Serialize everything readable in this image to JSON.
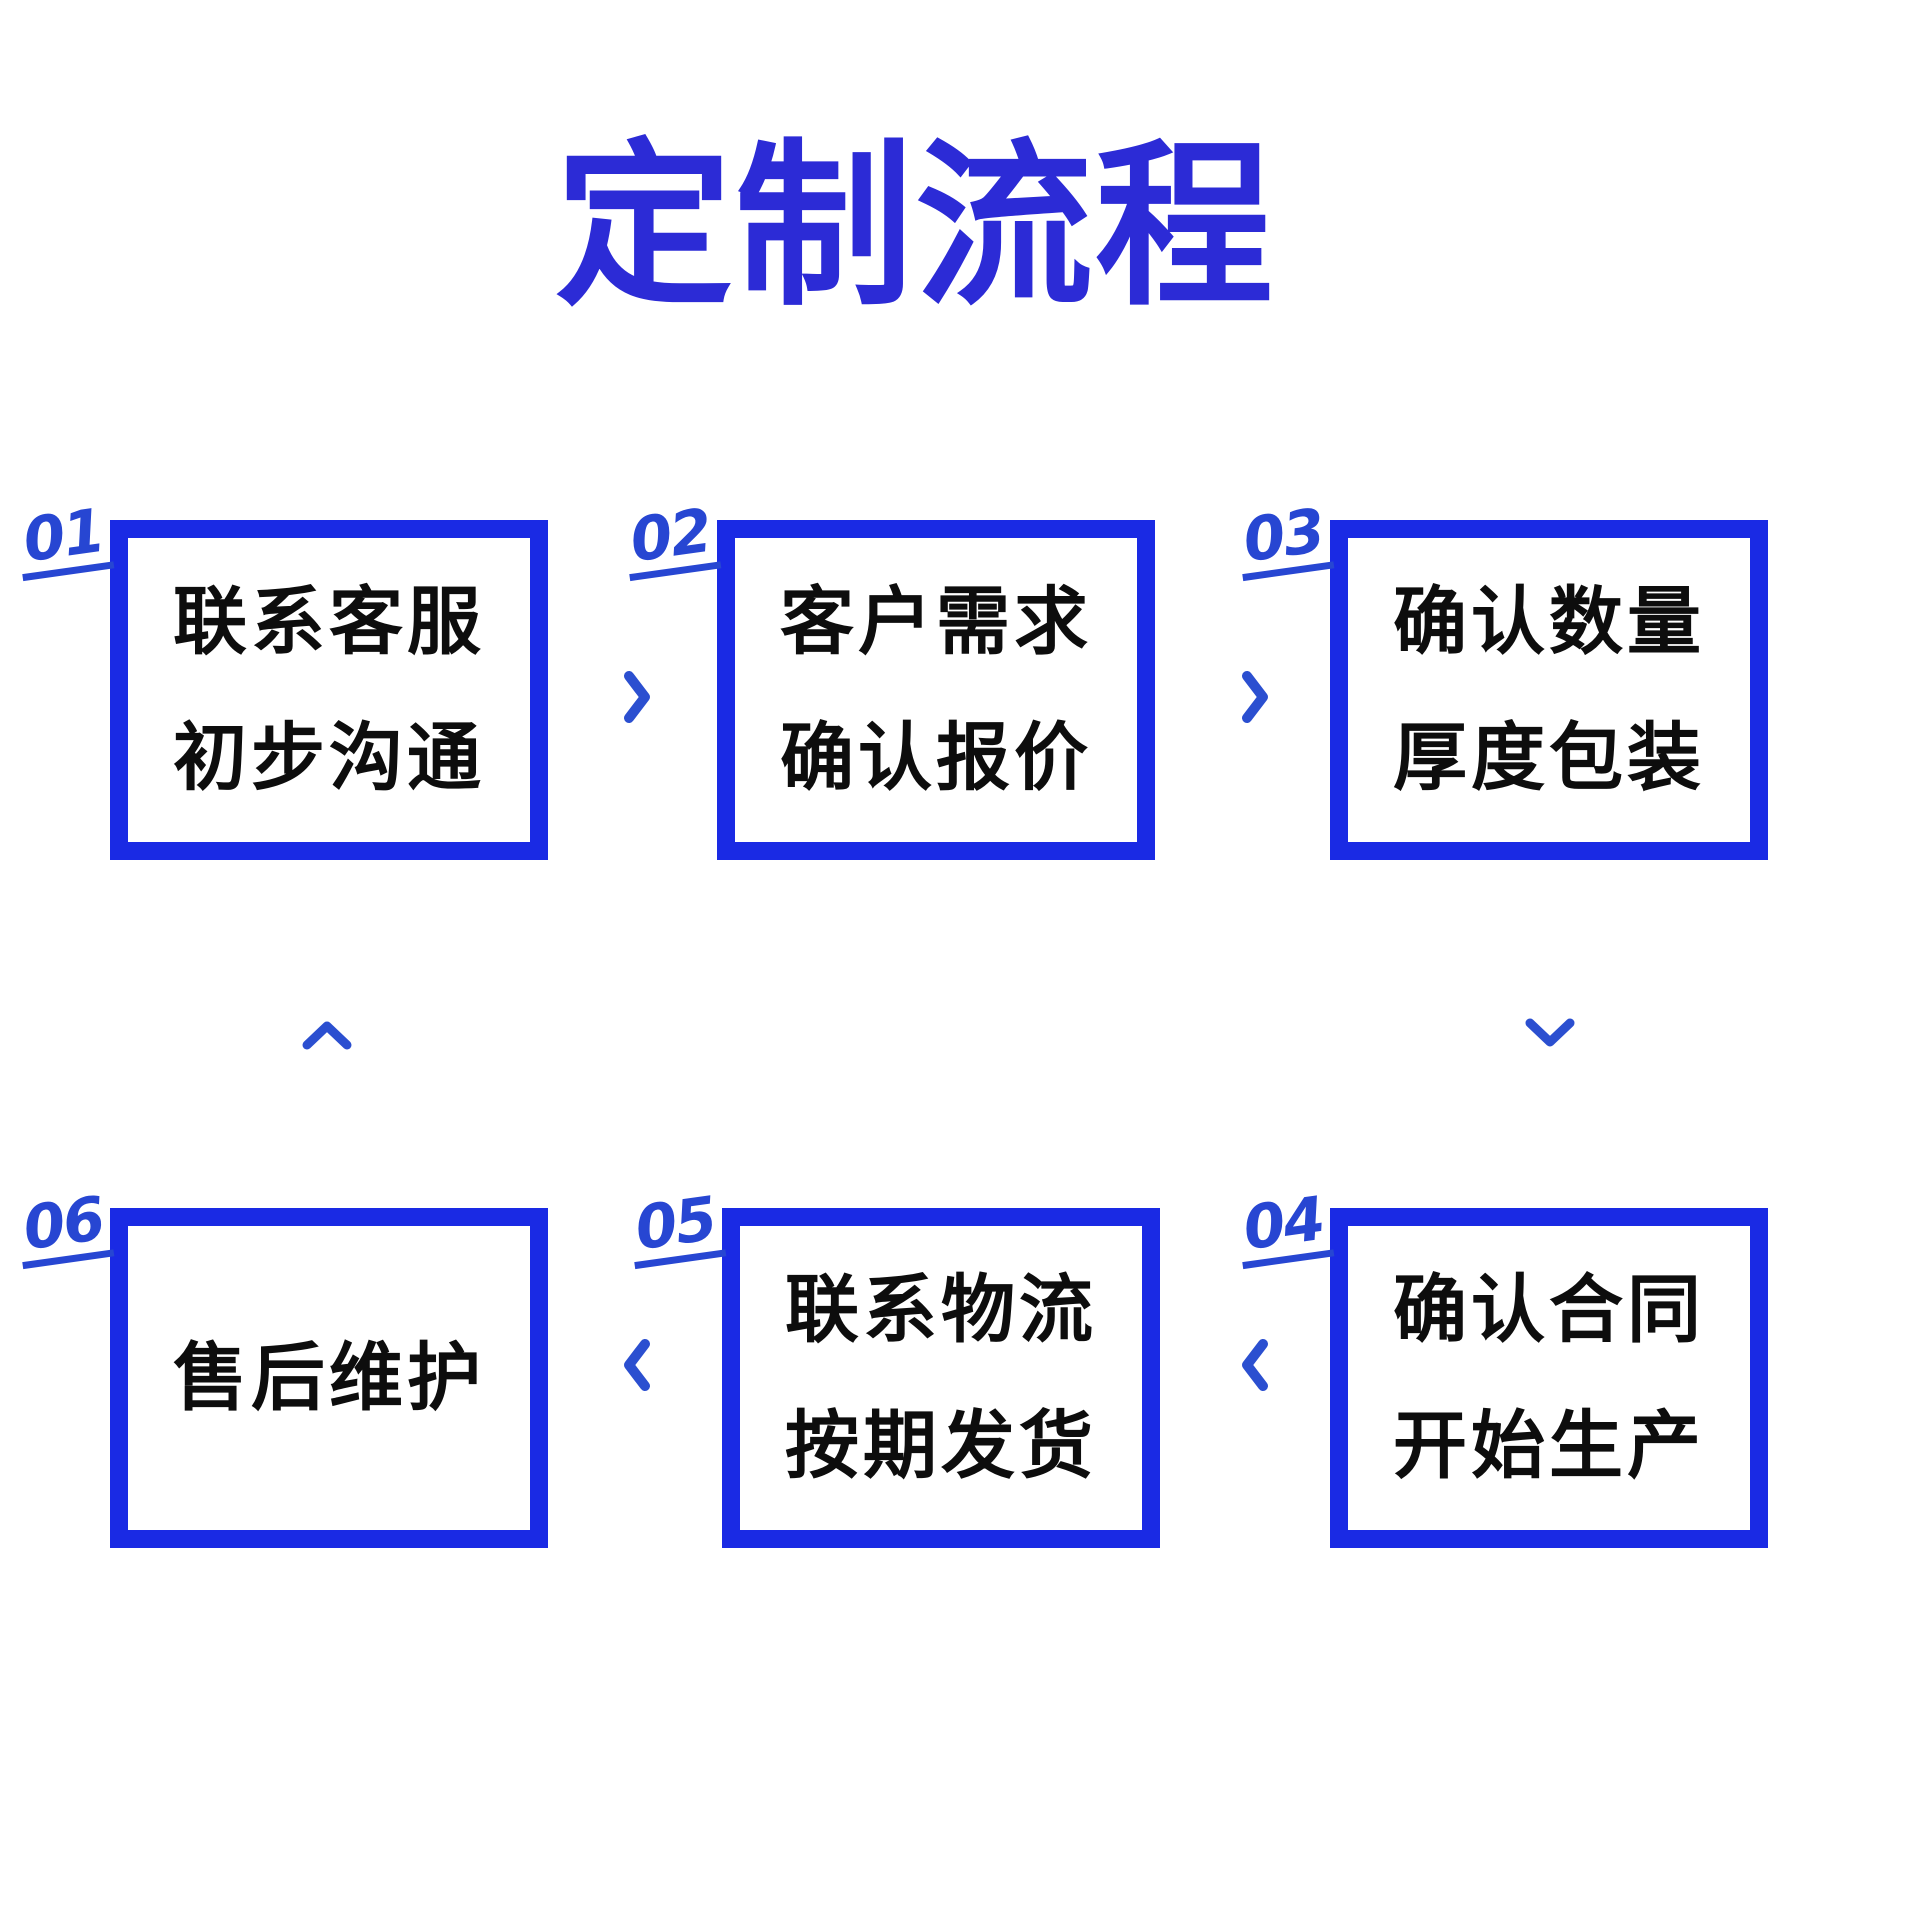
{
  "title": "定制流程",
  "colors": {
    "background": "#ffffff",
    "title": "#2c2bd6",
    "border": "#1a2ae4",
    "number": "#2746d2",
    "chevron": "#2b4fd0",
    "text": "#0d0d0d"
  },
  "steps": [
    {
      "number": "01",
      "lines": [
        "联系客服",
        "初步沟通"
      ]
    },
    {
      "number": "02",
      "lines": [
        "客户需求",
        "确认报价"
      ]
    },
    {
      "number": "03",
      "lines": [
        "确认数量",
        "厚度包装"
      ]
    },
    {
      "number": "04",
      "lines": [
        "确认合同",
        "开始生产"
      ]
    },
    {
      "number": "05",
      "lines": [
        "联系物流",
        "按期发货"
      ]
    },
    {
      "number": "06",
      "lines": [
        "售后维护"
      ]
    }
  ],
  "icons": {
    "step1_to_step2": "arrow-right-icon",
    "step2_to_step3": "arrow-right-icon",
    "step3_to_step4": "arrow-down-icon",
    "step4_to_step5": "arrow-left-icon",
    "step5_to_step6": "arrow-left-icon",
    "step6_loop": "arrow-up-icon"
  }
}
